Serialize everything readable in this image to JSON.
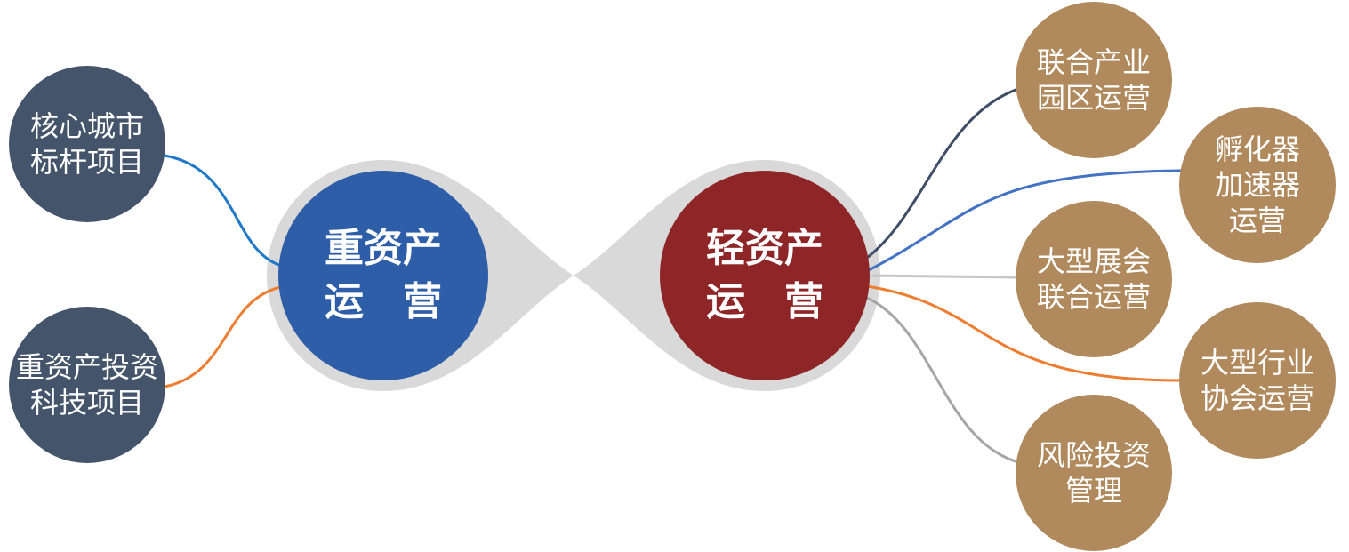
{
  "colors": {
    "heavy_node": "#2e5ea8",
    "light_node": "#8e2628",
    "left_nodes": "#44546a",
    "right_nodes": "#b0895c",
    "halo": "#d9d9d9",
    "link_blue": "#1f78c8",
    "link_orange": "#ed7d31",
    "link_navy": "#3f4d66",
    "link_mid_blue": "#4472c4",
    "link_light_gray": "#c7c7c7",
    "link_gray": "#a6a6a6"
  },
  "center": {
    "heavy": {
      "lines": [
        "重资产",
        "运　营"
      ]
    },
    "light": {
      "lines": [
        "轻资产",
        "运　营"
      ]
    }
  },
  "left": [
    {
      "lines": [
        "核心城市",
        "标杆项目"
      ]
    },
    {
      "lines": [
        "重资产投资",
        "科技项目"
      ]
    }
  ],
  "right": [
    {
      "lines": [
        "联合产业",
        "园区运营"
      ]
    },
    {
      "lines": [
        "孵化器",
        "加速器",
        "运营"
      ]
    },
    {
      "lines": [
        "大型展会",
        "联合运营"
      ]
    },
    {
      "lines": [
        "大型行业",
        "协会运营"
      ]
    },
    {
      "lines": [
        "风险投资",
        "管理"
      ]
    }
  ]
}
